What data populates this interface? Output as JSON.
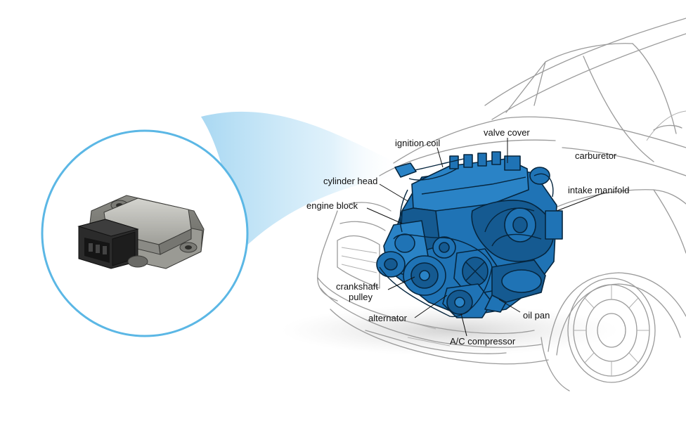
{
  "labels": {
    "ignition_coil": "ignition coil",
    "valve_cover": "valve cover",
    "carburetor": "carburetor",
    "cylinder_head": "cylinder head",
    "intake_manifold": "intake manifold",
    "engine_block": "engine block",
    "crankshaft_pulley_line1": "crankshaft",
    "crankshaft_pulley_line2": "pulley",
    "alternator": "alternator",
    "oil_pan": "oil pan",
    "ac_compressor": "A/C compressor"
  },
  "colors": {
    "engine_fill": "#1f73b5",
    "engine_shade": "#155a91",
    "engine_outline": "#06263f",
    "zoom_circle": "#5bb7e5",
    "zoom_beam": "#bfe2f6",
    "car_outline": "#9a9a9a",
    "module_body": "#b7b7b2",
    "module_connector": "#2b2b2b"
  },
  "icons": {
    "zoom_part": "ignition-module-icon"
  }
}
